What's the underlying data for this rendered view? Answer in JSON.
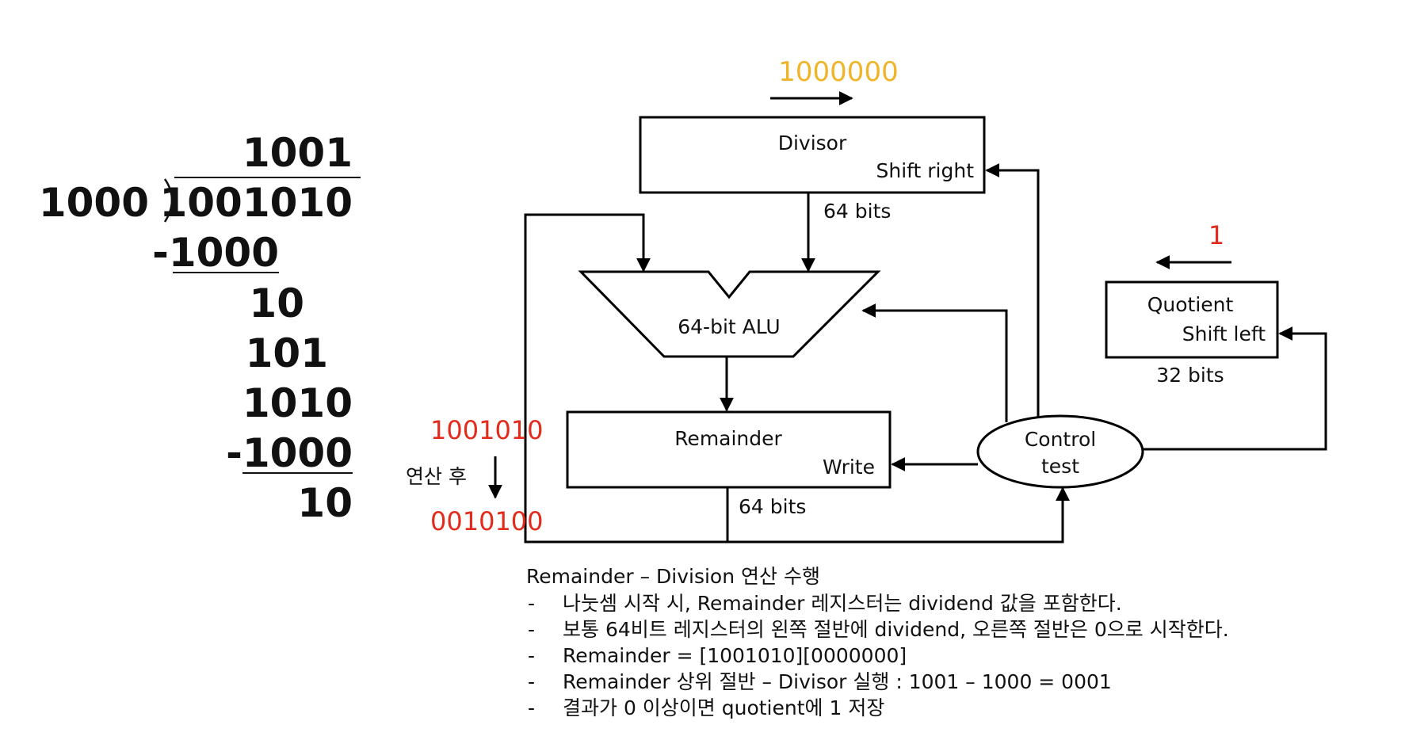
{
  "long_division": {
    "quotient": "1001",
    "divisor": "1000",
    "dividend": "1001010",
    "step1_sub": "-1000",
    "step1_rem": "10",
    "bring1": "101",
    "bring2": "1010",
    "step2_sub": "-1000",
    "final_rem": "10"
  },
  "diagram": {
    "divisor_value": "1000000",
    "divisor_box_title": "Divisor",
    "divisor_box_action": "Shift right",
    "divisor_bits": "64 bits",
    "alu_label": "64-bit ALU",
    "remainder_box_title": "Remainder",
    "remainder_box_action": "Write",
    "remainder_bits": "64 bits",
    "remainder_before": "1001010",
    "remainder_after": "0010100",
    "after_op_label": "연산 후",
    "quotient_value": "1",
    "quotient_box_title": "Quotient",
    "quotient_box_action": "Shift left",
    "quotient_bits": "32 bits",
    "control_line1": "Control",
    "control_line2": "test"
  },
  "notes": {
    "heading": "Remainder – Division 연산 수행",
    "items": [
      "나눗셈 시작 시, Remainder 레지스터는 dividend 값을 포함한다.",
      "보통 64비트 레지스터의 왼쪽 절반에 dividend, 오른쪽 절반은 0으로 시작한다.",
      "Remainder = [1001010][0000000]",
      "Remainder 상위 절반 – Divisor 실행 : 1001 – 1000 = 0001",
      "결과가 0 이상이면 quotient에 1 저장"
    ],
    "bullet": "-"
  },
  "colors": {
    "divisor_value": "#f0b429",
    "highlight_red": "#e32b1c",
    "line": "#000000"
  }
}
